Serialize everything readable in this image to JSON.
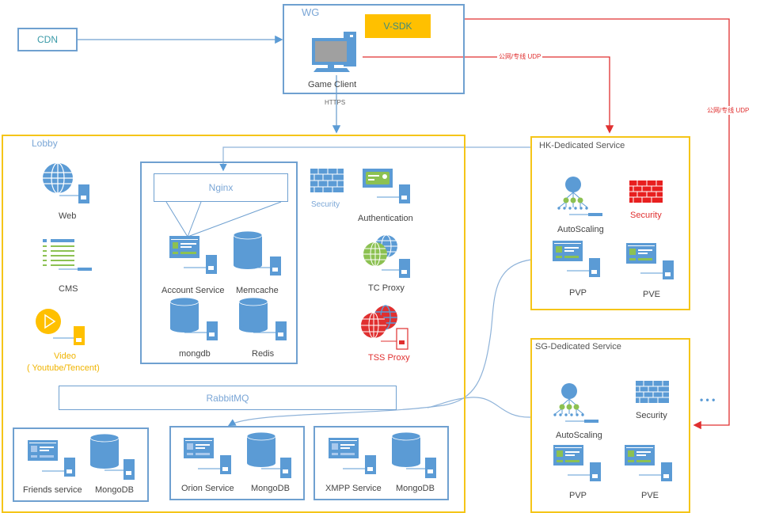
{
  "diagram": {
    "cdn": {
      "label": "CDN"
    },
    "wg": {
      "title": "WG",
      "vsdk": "V-SDK",
      "game_client": "Game Client",
      "https_label": "HTTPS"
    },
    "udp_label_1": "公网/专线 UDP",
    "udp_label_2": "公网/专线 UDP",
    "lobby": {
      "title": "Lobby",
      "web": "Web",
      "cms": "CMS",
      "video_line1": "Video",
      "video_line2": "( Youtube/Tencent)",
      "nginx": "Nginx",
      "account_service": "Account Service",
      "memcache": "Memcache",
      "mongodb": "mongdb",
      "redis": "Redis",
      "security": "Security",
      "authentication": "Authentication",
      "tc_proxy": "TC Proxy",
      "tss_proxy": "TSS Proxy",
      "rabbitmq": "RabbitMQ",
      "sub_services": [
        {
          "service": "Friends service",
          "db": "MongoDB"
        },
        {
          "service": "Orion Service",
          "db": "MongoDB"
        },
        {
          "service": "XMPP  Service",
          "db": "MongoDB"
        }
      ]
    },
    "hk": {
      "title": "HK-Dedicated Service",
      "autoscaling": "AutoScaling",
      "security": "Security",
      "pvp": "PVP",
      "pve": "PVE"
    },
    "sg": {
      "title": "SG-Dedicated Service",
      "autoscaling": "AutoScaling",
      "security": "Security",
      "pvp": "PVP",
      "pve": "PVE"
    },
    "ellipsis": "• • •",
    "colors": {
      "blue": "#5b9bd5",
      "yellow": "#f5c518",
      "red": "#e03030",
      "green": "#8cc152",
      "vsdk_fill": "#ffc000"
    }
  }
}
